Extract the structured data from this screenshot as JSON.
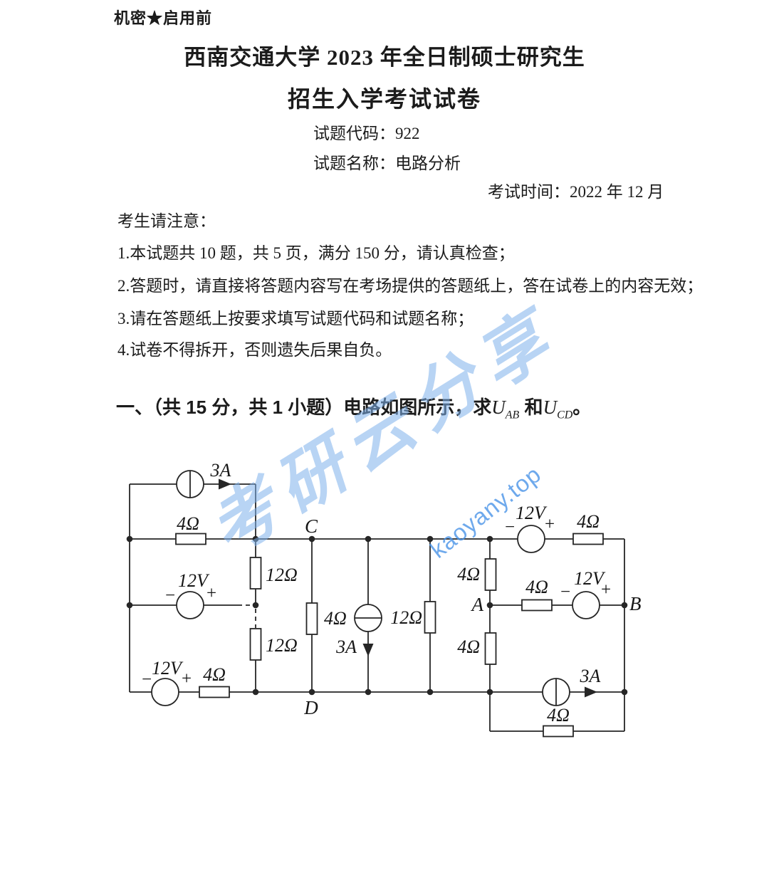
{
  "page": {
    "classification": "机密★启用前",
    "title_line1": "西南交通大学 2023 年全日制硕士研究生",
    "title_line2": "招生入学考试试卷",
    "subject_code": {
      "label": "试题代码：",
      "value": "922"
    },
    "subject_name": {
      "label": "试题名称：",
      "value": "电路分析"
    },
    "exam_time": {
      "label": "考试时间：",
      "value": "2022 年 12 月"
    },
    "notice_title": "考生请注意：",
    "notices": [
      "1.本试题共 10 题，共 5 页，满分 150 分，请认真检查；",
      "2.答题时，请直接将答题内容写在考场提供的答题纸上，答在试卷上的内容无效；",
      "3.请在答题纸上按要求填写试题代码和试题名称；",
      "4.试卷不得拆开，否则遗失后果自负。"
    ],
    "question": {
      "prefix": "一、（共 15 分，共 1 小题）电路如图所示，求",
      "u1": "U",
      "u1_sub": "AB",
      "conj": " 和",
      "u2": "U",
      "u2_sub": "CD",
      "end": "。"
    }
  },
  "watermark": {
    "brand": "考研云分享",
    "site": "kaoyany.top",
    "brand_color": "#7fb2ec",
    "site_color": "#4a94e8"
  },
  "circuit": {
    "nodes": {
      "c": "C",
      "d": "D",
      "a": "A",
      "b": "B"
    },
    "labels": {
      "i_top_left": "3A",
      "r_top_left": "4Ω",
      "r_left_upper": "12Ω",
      "v_mid_left": "12V",
      "r_left_lower": "12Ω",
      "v_bottom_left": "12V",
      "r_bottom_left": "4Ω",
      "r_center": "4Ω",
      "i_center": "3A",
      "r_mid_right": "12Ω",
      "v_top_right": "12V",
      "r_top_right": "4Ω",
      "r_right_upper": "4Ω",
      "r_a_line": "4Ω",
      "v_a_line": "12V",
      "r_right_lower": "4Ω",
      "i_bottom_right": "3A",
      "r_bottom_right": "4Ω"
    },
    "polarity": {
      "plus": "+",
      "minus": "−"
    }
  }
}
